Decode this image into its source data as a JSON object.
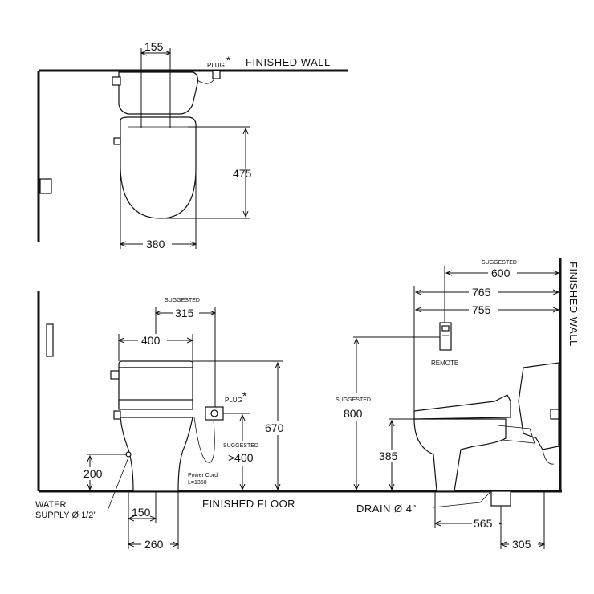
{
  "labels": {
    "finished_wall_top": "FINISHED WALL",
    "finished_wall_side": "FINISHED WALL",
    "finished_floor": "FINISHED FLOOR",
    "plug": "PLUG",
    "plug_star": "*",
    "plug_front": "PLUG",
    "plug_front_star": "*",
    "water_supply_1": "WATER",
    "water_supply_2": "SUPPLY Ø 1/2\"",
    "drain": "DRAIN Ø 4\"",
    "remote": "REMOTE",
    "suggested_front": "SUGGESTED",
    "suggested_cord": "SUGGESTED",
    "suggested_side_top": "SUGGESTED",
    "suggested_side_height": "SUGGESTED",
    "power_cord_1": "Power Cord",
    "power_cord_2": "L=1350"
  },
  "dimensions": {
    "top_155": "155",
    "top_475": "475",
    "top_380": "380",
    "front_315": "315",
    "front_400": "400",
    "front_670": "670",
    "front_gt400": ">400",
    "front_200": "200",
    "front_150": "150",
    "front_260": "260",
    "side_600": "600",
    "side_765": "765",
    "side_755": "755",
    "side_800": "800",
    "side_385": "385",
    "side_565": "565",
    "side_305": "305"
  }
}
